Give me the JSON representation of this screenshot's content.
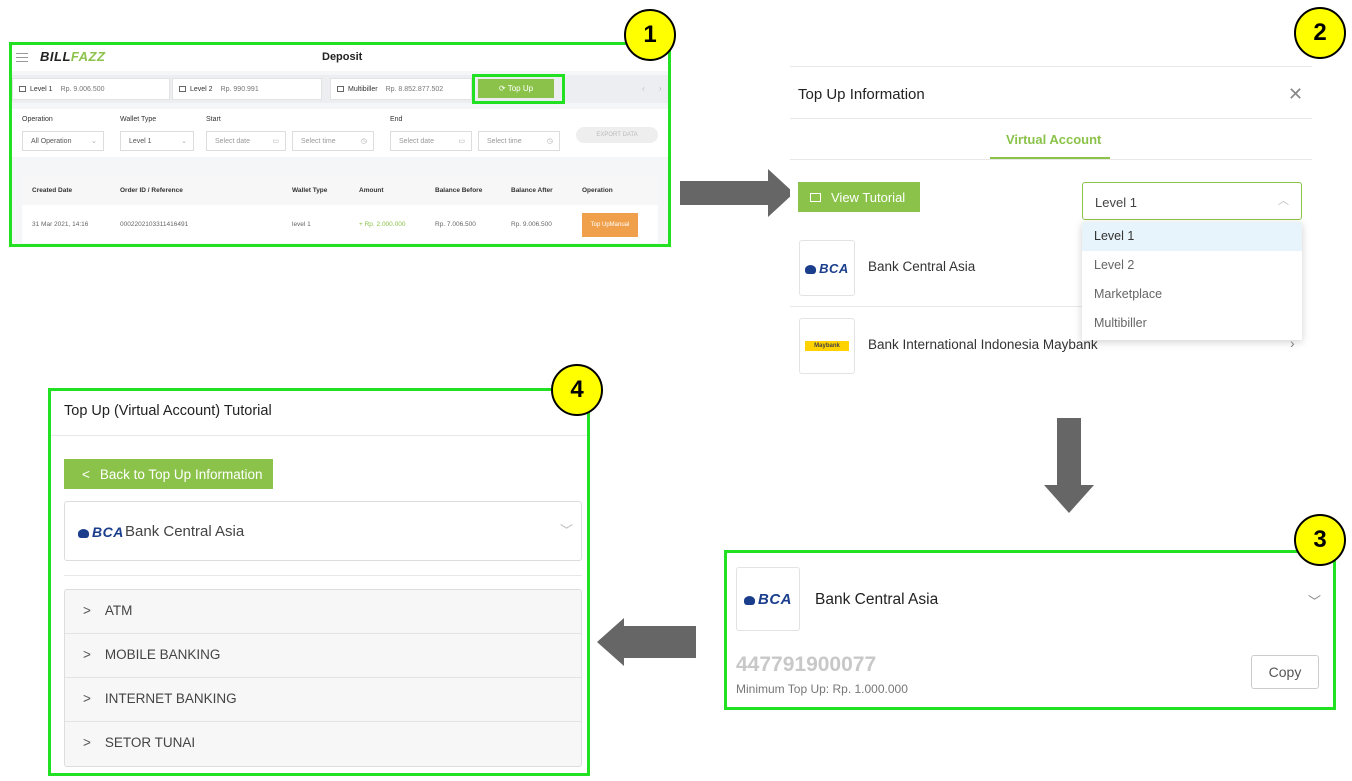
{
  "steps": [
    "1",
    "2",
    "3",
    "4"
  ],
  "deposit_page": {
    "logo_bill": "BILL",
    "logo_fazz": "FAZZ",
    "title": "Deposit",
    "wallets": [
      {
        "label": "Level 1",
        "value": "Rp. 9.006.500"
      },
      {
        "label": "Level 2",
        "value": "Rp. 990.991"
      },
      {
        "label": "Multibiller",
        "value": "Rp. 8.852.877.502"
      }
    ],
    "topup_label": "⟳ Top Up",
    "nav_arrows": "‹ ›",
    "filters": {
      "operation_label": "Operation",
      "operation_value": "All Operation",
      "wallet_type_label": "Wallet Type",
      "wallet_type_value": "Level 1",
      "start_label": "Start",
      "end_label": "End",
      "date_placeholder": "Select date",
      "time_placeholder": "Select time",
      "export_label": "EXPORT DATA"
    },
    "table": {
      "headers": [
        "Created Date",
        "Order ID / Reference",
        "Wallet Type",
        "Amount",
        "Balance Before",
        "Balance After",
        "Operation"
      ],
      "row": {
        "created_date": "31 Mar 2021, 14:16",
        "order_id": "0002202103311416491",
        "wallet_type": "level 1",
        "amount": "+ Rp. 2.000.000",
        "balance_before": "Rp. 7.006.500",
        "balance_after": "Rp. 9.006.500",
        "operation_line1": "Top Up",
        "operation_line2": "Manual"
      }
    },
    "colors": {
      "accent": "#8bc34a",
      "manual": "#f0a04b",
      "highlight": "#22e022"
    }
  },
  "topup_info": {
    "title": "Top Up Information",
    "close": "✕",
    "tab": "Virtual Account",
    "view_tutorial": "View Tutorial",
    "select_value": "Level 1",
    "dropdown_options": [
      "Level 1",
      "Level 2",
      "Marketplace",
      "Multibiller"
    ],
    "banks": [
      {
        "logo": "BCA",
        "name": "Bank Central Asia"
      },
      {
        "logo": "Maybank",
        "name": "Bank International Indonesia Maybank"
      }
    ],
    "chevron": "›"
  },
  "va_detail": {
    "bank_logo": "BCA",
    "bank_name": "Bank Central Asia",
    "va_number": "447791900077",
    "min_topup": "Minimum Top Up: Rp. 1.000.000",
    "copy_label": "Copy"
  },
  "tutorial": {
    "title": "Top Up (Virtual Account) Tutorial",
    "back_label": "Back to Top Up Information",
    "bank_logo": "BCA",
    "bank_name": "Bank Central Asia",
    "sections": [
      "ATM",
      "MOBILE BANKING",
      "INTERNET BANKING",
      "SETOR TUNAI"
    ]
  }
}
